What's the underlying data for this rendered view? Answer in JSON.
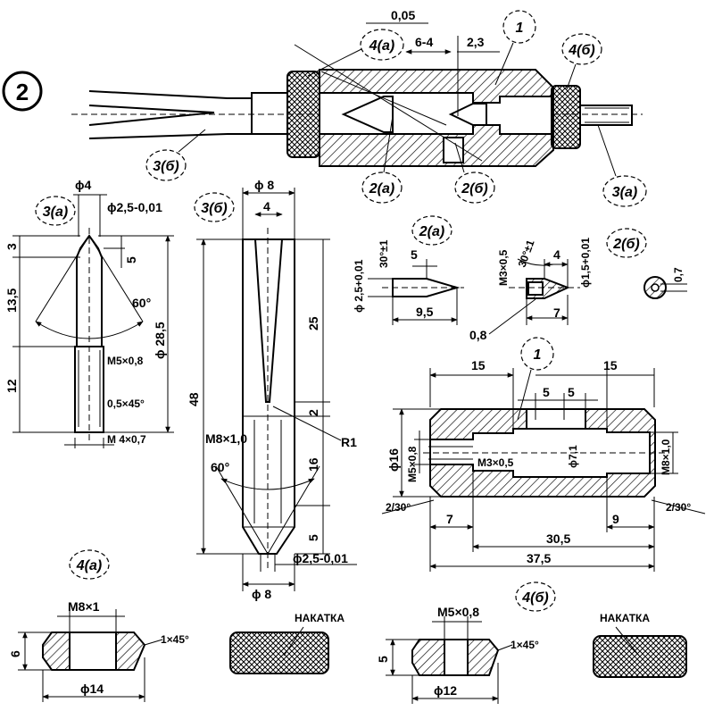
{
  "figure_number": "2",
  "parts": {
    "p1": "1",
    "p2a": "2(а)",
    "p2b": "2(б)",
    "p3a": "3(а)",
    "p3b": "3(б)",
    "p4a": "4(а)",
    "p4b": "4(б)"
  },
  "assembly_dims": {
    "d005": "0,05",
    "d64": "6-4",
    "d23": "2,3"
  },
  "part3a_dims": {
    "phi4": "ϕ4",
    "phi25": "ϕ2,5-0,01",
    "d3": "3",
    "d5": "5",
    "d135": "13,5",
    "a60": "60°",
    "phi285": "ϕ 28,5",
    "m5": "M5×0,8",
    "d12": "12",
    "ch": "0,5×45°",
    "m4": "M 4×0,7"
  },
  "part3b_dims": {
    "phi8top": "ϕ 8",
    "d4": "4",
    "d25": "25",
    "d48": "48",
    "d2": "2",
    "r1": "R1",
    "m8": "M8×1,0",
    "a60": "60°",
    "d16": "16",
    "d5": "5",
    "phi25": "ϕ2,5-0,01",
    "phi8bot": "ϕ 8"
  },
  "part2a_dims": {
    "phi25": "ϕ 2,5+0,01",
    "a30": "30°±1",
    "d5": "5",
    "d95": "9,5"
  },
  "part2b_dims": {
    "m3": "M3×0,5",
    "a30": "30°±1",
    "d4": "4",
    "phi15": "ϕ1,5+0,01",
    "d7": "7",
    "d08": "0,8",
    "d07": "0,7"
  },
  "part1_dims": {
    "d15l": "15",
    "d15r": "15",
    "d5a": "5",
    "d5b": "5",
    "phi16": "ϕ16",
    "m5": "M5×0,8",
    "m3": "M3×0,5",
    "phi71": "ϕ7,1",
    "m8": "M8×1,0",
    "ch1": "2/30°",
    "ch2": "2/30°",
    "d7": "7",
    "d9": "9",
    "d305": "30,5",
    "d375": "37,5"
  },
  "part4a_dims": {
    "m8": "M8×1",
    "d6": "6",
    "ch": "1×45°",
    "phi14": "ϕ14"
  },
  "part4b_dims": {
    "m5": "M5×0,8",
    "d5": "5",
    "ch": "1×45°",
    "phi12": "ϕ12"
  },
  "knurl_label": "НАКАТКА"
}
